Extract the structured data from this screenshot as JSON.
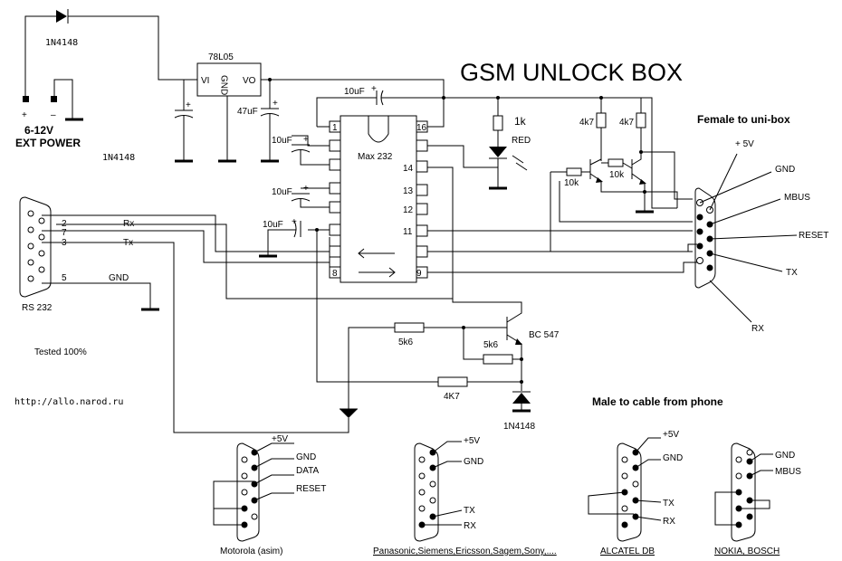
{
  "title": "GSM UNLOCK BOX",
  "power": {
    "diode": "1N4148",
    "plus": "+",
    "minus": "–",
    "voltage": "6-12V",
    "label": "EXT POWER",
    "diode_note": "1N4148"
  },
  "regulator": {
    "part": "78L05",
    "vi": "VI",
    "gnd": "GND",
    "vo": "VO"
  },
  "caps": {
    "c47": "47uF",
    "c_top": "10uF",
    "c1": "10uF",
    "c2": "10uF",
    "c3": "10uF"
  },
  "ic": {
    "name": "Max 232",
    "pins": {
      "p1": "1",
      "p16": "16",
      "p14": "14",
      "p13": "13",
      "p12": "12",
      "p11": "11",
      "p8": "8",
      "p9": "9"
    }
  },
  "led": {
    "resistor": "1k",
    "color": "RED"
  },
  "resistors": {
    "r4k7a": "4k7",
    "r4k7b": "4k7",
    "r10ka": "10k",
    "r10kb": "10k",
    "r5k6a": "5k6",
    "r5k6b": "5k6",
    "r4k7c": "4K7"
  },
  "transistor": "BC 547",
  "diode2": "1N4148",
  "rs232": {
    "label": "RS 232",
    "pin2": "2",
    "pin7": "7",
    "pin3": "3",
    "pin5": "5",
    "rx": "Rx",
    "tx": "Tx",
    "gnd": "GND"
  },
  "female": {
    "title": "Female to uni-box",
    "v5": "+ 5V",
    "gnd": "GND",
    "mbus": "MBUS",
    "reset": "RESET",
    "tx": "TX",
    "rx": "RX"
  },
  "tested": "Tested 100%",
  "url": "http://allo.narod.ru",
  "male_title": "Male to cable from phone",
  "motorola": {
    "v5": "+5V",
    "gnd": "GND",
    "data": "DATA",
    "reset": "RESET",
    "caption": "Motorola (asim)"
  },
  "panasonic": {
    "v5": "+5V",
    "gnd": "GND",
    "tx": "TX",
    "rx": "RX",
    "caption": "Panasonic,Siemens,Ericsson,Sagem,Sony,...."
  },
  "alcatel": {
    "v5": "+5V",
    "gnd": "GND",
    "tx": "TX",
    "rx": "RX",
    "caption": "ALCATEL DB"
  },
  "nokia": {
    "gnd": "GND",
    "mbus": "MBUS",
    "caption": "NOKIA, BOSCH"
  }
}
